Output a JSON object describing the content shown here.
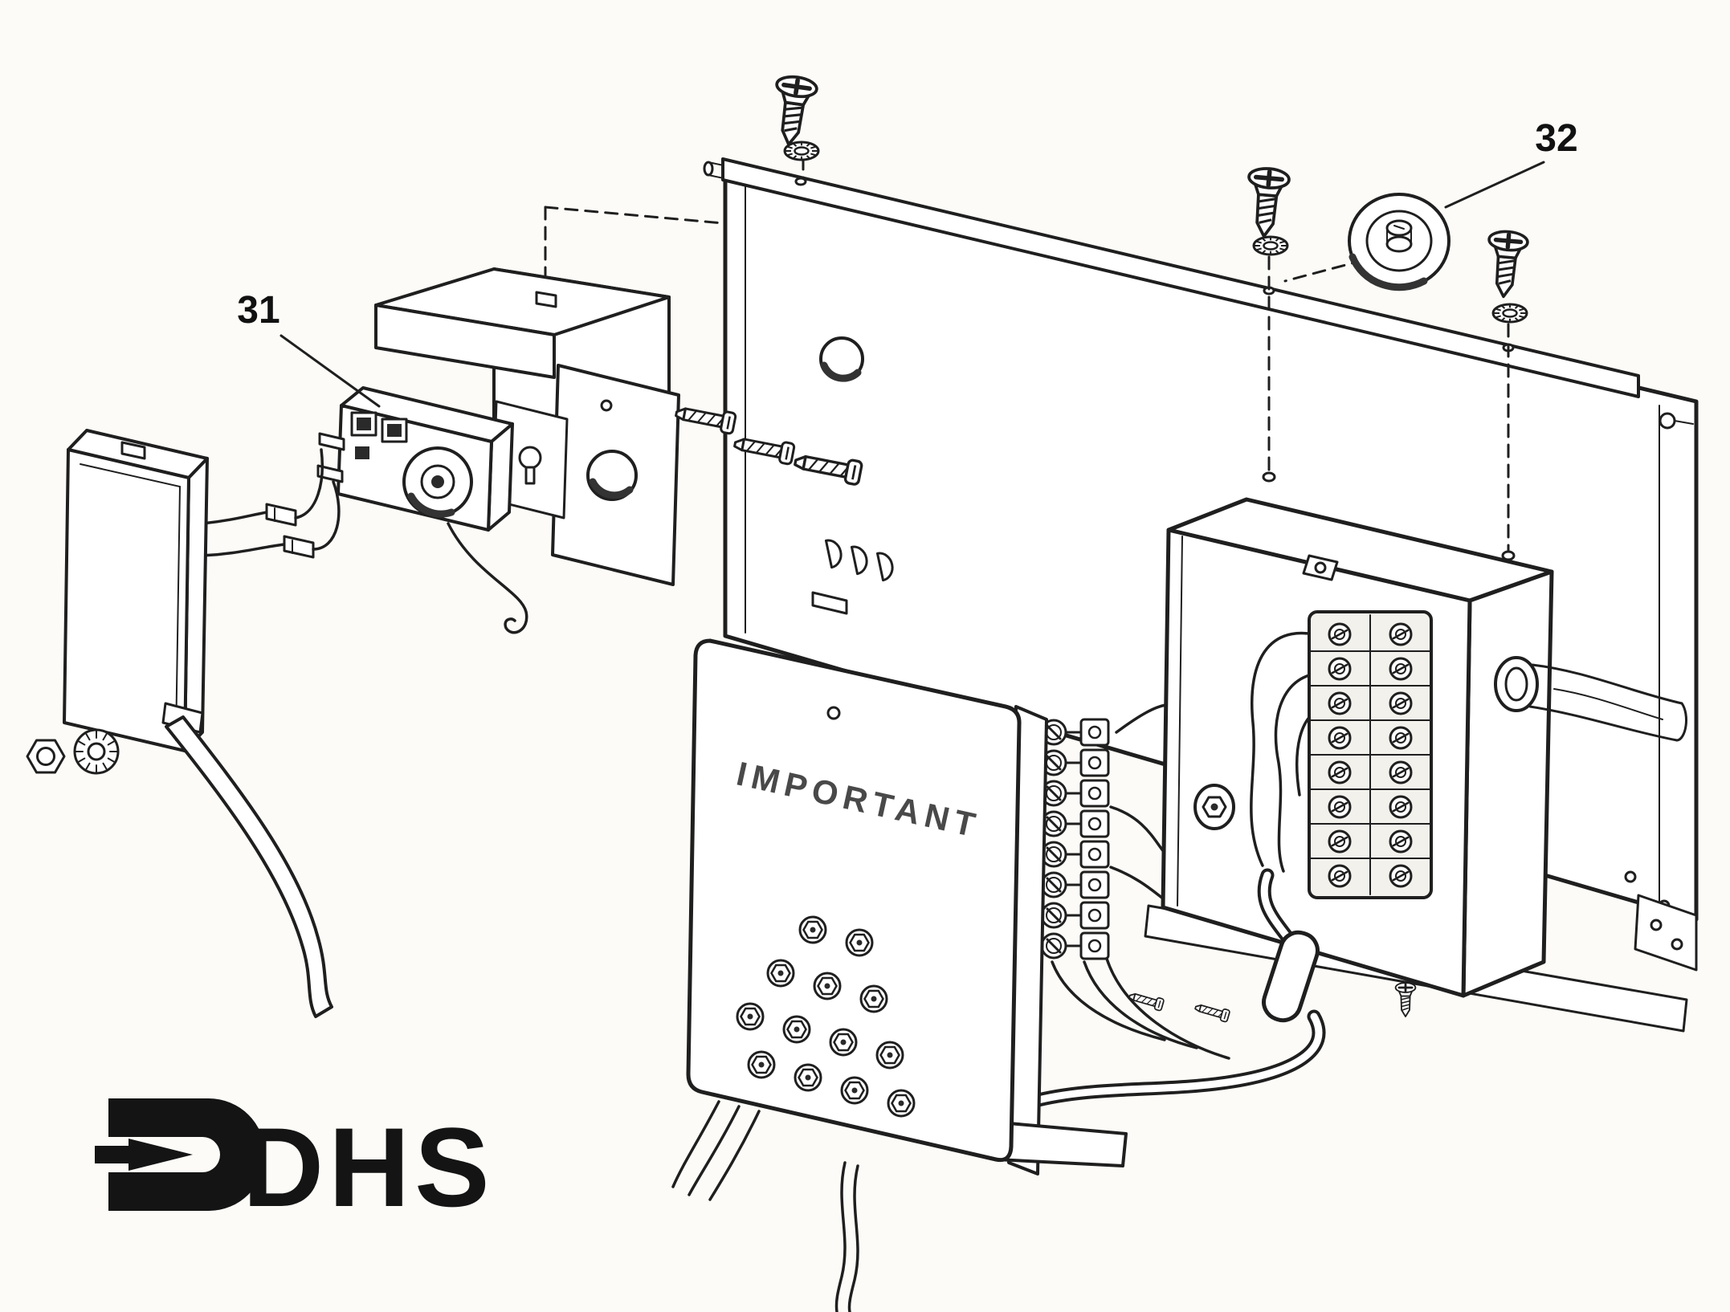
{
  "page": {
    "background_color": "#fbfaf6",
    "ink_color": "#1f1f1f"
  },
  "diagram": {
    "type": "exploded-parts-diagram",
    "callouts": [
      {
        "label": "31"
      },
      {
        "label": "32"
      }
    ],
    "panel_marking": "IMPORTANT",
    "logo_text": "DHS"
  }
}
